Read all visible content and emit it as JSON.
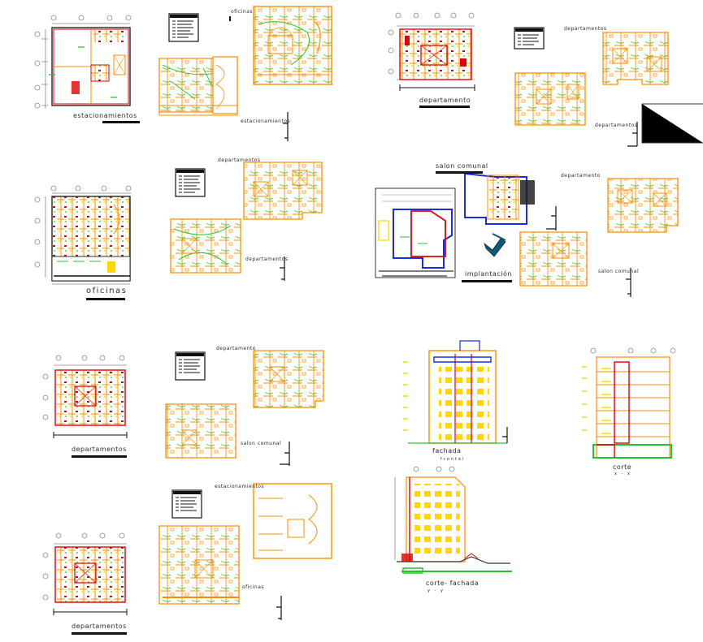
{
  "sheet": {
    "colors": {
      "wall": "#ff8c00",
      "wiring": "#22c42a",
      "accent_red": "#e00000",
      "accent_yellow": "#ffd800",
      "accent_blue": "#1a2ee0",
      "ink": "#111111",
      "dim": "#7a7a7a"
    },
    "labels": {
      "estacionamientos_1": "estacionamientos",
      "oficinas_small": "oficinas",
      "estacionamientos_2": "estacionamientos",
      "departamento_main": "departamento",
      "departamentos_top_right": "departamentos",
      "departamentos_top_right_2": "departamentos",
      "departamentos_mid": "departamentos",
      "departamentos_mid_2": "departamentos",
      "oficinas_main": "oficinas",
      "salon_comunal_top": "salon comunal",
      "implantacion": "implantación",
      "departamento_mid_right": "departamento",
      "salon_comunal_right": "salon comunal",
      "departamento_lower": "departamento",
      "salon_comunal_lower": "salon comunal",
      "departamentos_lower": "departamentos",
      "fachada": "fachada",
      "fachada_sub": "frontal",
      "corte": "corte",
      "corte_sub": "x - x",
      "estacionamientos_bottom": "estacionamientos",
      "oficinas_bottom": "oficinas",
      "departamentos_bottom": "departamentos",
      "corte_fachada": "corte- fachada",
      "corte_fachada_sub": "y - y"
    }
  }
}
